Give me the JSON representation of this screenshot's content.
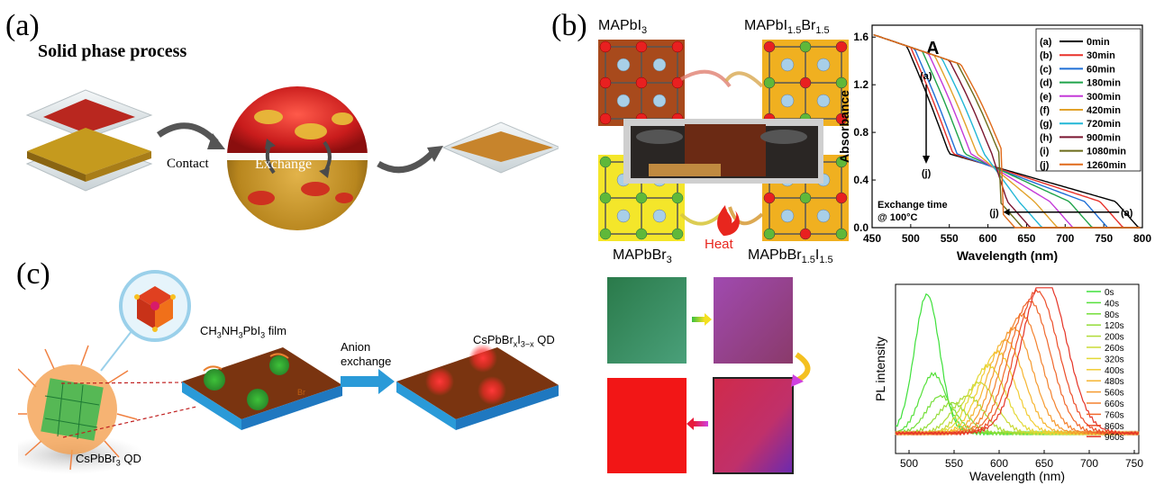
{
  "panels": {
    "a": {
      "letter": "(a)",
      "title": "Solid phase process",
      "contact_label": "Contact",
      "exchange_label": "Exchange"
    },
    "b": {
      "letter": "(b)",
      "heat_label": "Heat",
      "lattices": {
        "top_left": {
          "base": "MAPbI",
          "sub1": "3",
          "mid": "",
          "sub2": ""
        },
        "top_right": {
          "base": "MAPbI",
          "sub1": "1.5",
          "mid": "Br",
          "sub2": "1.5"
        },
        "bottom_left": {
          "base": "MAPbBr",
          "sub1": "3",
          "mid": "",
          "sub2": ""
        },
        "bottom_right": {
          "base": "MAPbBr",
          "sub1": "1.5",
          "mid": "I",
          "sub2": "1.5"
        }
      }
    },
    "c": {
      "letter": "(c)",
      "qd_label": "CsPbBr",
      "qd_sub": "3",
      "qd_suffix": " QD",
      "film_label_pre": "CH",
      "film_sub1": "3",
      "film_mid1": "NH",
      "film_sub2": "3",
      "film_mid2": "PbI",
      "film_sub3": "3",
      "film_suffix": " film",
      "anion_line1": "Anion",
      "anion_line2": "exchange",
      "out_pre": "CsPbBr",
      "out_sub1": "x",
      "out_mid": "I",
      "out_sub2": "3−x",
      "out_suffix": " QD",
      "br_tag": "Br"
    }
  },
  "chart_data": [
    {
      "type": "line",
      "title": "A",
      "xlabel": "Wavelength (nm)",
      "ylabel": "Absorbance",
      "xlim": [
        450,
        800
      ],
      "ylim": [
        0.0,
        1.7
      ],
      "xticks": [
        "450",
        "500",
        "550",
        "600",
        "650",
        "700",
        "750",
        "800"
      ],
      "yticks": [
        "0.0",
        "0.4",
        "0.8",
        "1.2",
        "1.6"
      ],
      "annotation_line1": "Exchange time",
      "annotation_line2": "@ 100°C",
      "arrow_top_start": "(a)",
      "arrow_top_end": "(j)",
      "arrow_bottom_start": "(a)",
      "arrow_bottom_end": "(j)",
      "legend_position": "top-right",
      "series": [
        {
          "tag": "(a)",
          "name": "0min",
          "color": "#000000",
          "edge": 775,
          "knee": 520
        },
        {
          "tag": "(b)",
          "name": "30min",
          "color": "#e8312a",
          "edge": 755,
          "knee": 525
        },
        {
          "tag": "(c)",
          "name": "60min",
          "color": "#1f6fd6",
          "edge": 735,
          "knee": 530
        },
        {
          "tag": "(d)",
          "name": "180min",
          "color": "#1fa34a",
          "edge": 715,
          "knee": 540
        },
        {
          "tag": "(e)",
          "name": "300min",
          "color": "#c43ad8",
          "edge": 690,
          "knee": 548
        },
        {
          "tag": "(f)",
          "name": "420min",
          "color": "#e2a22a",
          "edge": 670,
          "knee": 556
        },
        {
          "tag": "(g)",
          "name": "720min",
          "color": "#22b7d6",
          "edge": 650,
          "knee": 565
        },
        {
          "tag": "(h)",
          "name": "900min",
          "color": "#7a1630",
          "edge": 635,
          "knee": 575
        },
        {
          "tag": "(i)",
          "name": "1080min",
          "color": "#6b6b1a",
          "edge": 625,
          "knee": 585
        },
        {
          "tag": "(j)",
          "name": "1260min",
          "color": "#e06a1a",
          "edge": 615,
          "knee": 590
        }
      ]
    },
    {
      "type": "line",
      "xlabel": "Wavelength (nm)",
      "ylabel": "PL intensity",
      "xlim": [
        485,
        755
      ],
      "xticks": [
        "500",
        "550",
        "600",
        "650",
        "700",
        "750"
      ],
      "legend_position": "top-right",
      "series": [
        {
          "name": "0s",
          "peak": 520,
          "height": 0.82,
          "color": "#3ee03a"
        },
        {
          "name": "40s",
          "peak": 527,
          "height": 0.35,
          "color": "#55e03a"
        },
        {
          "name": "80s",
          "peak": 535,
          "height": 0.22,
          "color": "#74df39"
        },
        {
          "name": "120s",
          "peak": 548,
          "height": 0.18,
          "color": "#93dd38"
        },
        {
          "name": "200s",
          "peak": 565,
          "height": 0.22,
          "color": "#b0db37"
        },
        {
          "name": "260s",
          "peak": 578,
          "height": 0.3,
          "color": "#cada36"
        },
        {
          "name": "320s",
          "peak": 588,
          "height": 0.4,
          "color": "#e3d835"
        },
        {
          "name": "400s",
          "peak": 598,
          "height": 0.48,
          "color": "#f2cc33"
        },
        {
          "name": "480s",
          "peak": 607,
          "height": 0.55,
          "color": "#f6b531"
        },
        {
          "name": "560s",
          "peak": 616,
          "height": 0.62,
          "color": "#f59a2f"
        },
        {
          "name": "660s",
          "peak": 625,
          "height": 0.7,
          "color": "#f3812d"
        },
        {
          "name": "760s",
          "peak": 634,
          "height": 0.78,
          "color": "#f0672b"
        },
        {
          "name": "860s",
          "peak": 642,
          "height": 0.84,
          "color": "#ec4d29"
        },
        {
          "name": "960s",
          "peak": 650,
          "height": 0.92,
          "color": "#e53326"
        }
      ]
    }
  ]
}
